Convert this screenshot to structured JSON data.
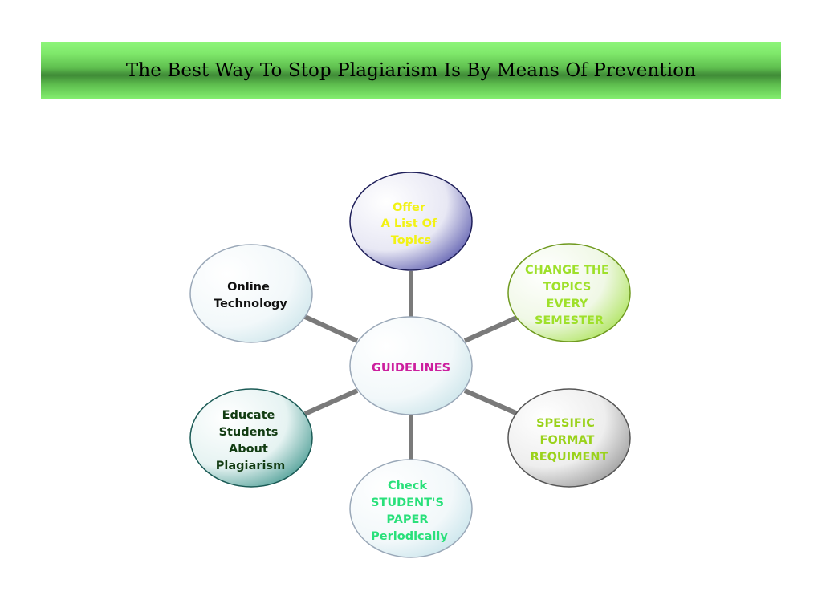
{
  "title": "The Best Way To Stop Plagiarism Is By Means Of Prevention",
  "colors": {
    "banner_green": "#7fe86b",
    "banner_dark_green": "#3f8a37",
    "connector_gray": "#7a7a7a",
    "center_label": "#cc1f9e"
  },
  "center": {
    "label": "GUIDELINES",
    "text_color": "#cc1f9e"
  },
  "nodes": [
    {
      "id": "top",
      "lines": [
        "Offer",
        "A List Of",
        "Topics"
      ],
      "text_color": "#f2f215",
      "border_color": "#1f1f5a",
      "accent_color": "#4a4aa8"
    },
    {
      "id": "top-right",
      "lines": [
        "CHANGE THE",
        "TOPICS",
        "EVERY",
        "SEMESTER"
      ],
      "text_color": "#9ee02a",
      "border_color": "#6f9a1f",
      "accent_color": "#a6e64a"
    },
    {
      "id": "bottom-right",
      "lines": [
        "SPESIFIC",
        "FORMAT",
        "REQUIMENT"
      ],
      "text_color": "#9ad21a",
      "border_color": "#555555",
      "accent_color": "#8a8a8a"
    },
    {
      "id": "bottom",
      "lines": [
        "Check",
        "STUDENT'S",
        "PAPER",
        "Periodically"
      ],
      "text_color": "#29e07a",
      "border_color": "#9aa8b8",
      "accent_color": "#cfe6ec"
    },
    {
      "id": "bottom-left",
      "lines": [
        "Educate",
        "Students",
        "About",
        "Plagiarism"
      ],
      "text_color": "#123c12",
      "border_color": "#1a5a55",
      "accent_color": "#2f8f85"
    },
    {
      "id": "top-left",
      "lines": [
        "Online",
        "Technology"
      ],
      "text_color": "#111111",
      "border_color": "#9aa8b8",
      "accent_color": "#d6ebef"
    }
  ]
}
